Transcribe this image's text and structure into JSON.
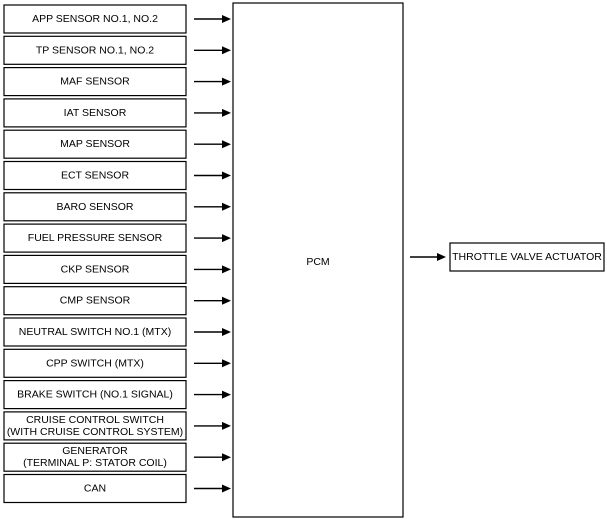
{
  "inputs": [
    {
      "lines": [
        "APP SENSOR NO.1, NO.2"
      ]
    },
    {
      "lines": [
        "TP SENSOR NO.1, NO.2"
      ]
    },
    {
      "lines": [
        "MAF SENSOR"
      ]
    },
    {
      "lines": [
        "IAT SENSOR"
      ]
    },
    {
      "lines": [
        "MAP SENSOR"
      ]
    },
    {
      "lines": [
        "ECT SENSOR"
      ]
    },
    {
      "lines": [
        "BARO SENSOR"
      ]
    },
    {
      "lines": [
        "FUEL PRESSURE SENSOR"
      ]
    },
    {
      "lines": [
        "CKP SENSOR"
      ]
    },
    {
      "lines": [
        "CMP SENSOR"
      ]
    },
    {
      "lines": [
        "NEUTRAL SWITCH NO.1 (MTX)"
      ]
    },
    {
      "lines": [
        "CPP SWITCH (MTX)"
      ]
    },
    {
      "lines": [
        "BRAKE SWITCH (NO.1 SIGNAL)"
      ]
    },
    {
      "lines": [
        "CRUISE CONTROL SWITCH",
        "(WITH CRUISE CONTROL SYSTEM)"
      ]
    },
    {
      "lines": [
        "GENERATOR",
        "(TERMINAL P: STATOR COIL)"
      ]
    },
    {
      "lines": [
        "CAN"
      ]
    }
  ],
  "pcm": {
    "label": "PCM"
  },
  "outputs": [
    {
      "lines": [
        "THROTTLE VALVE ACTUATOR"
      ]
    }
  ]
}
